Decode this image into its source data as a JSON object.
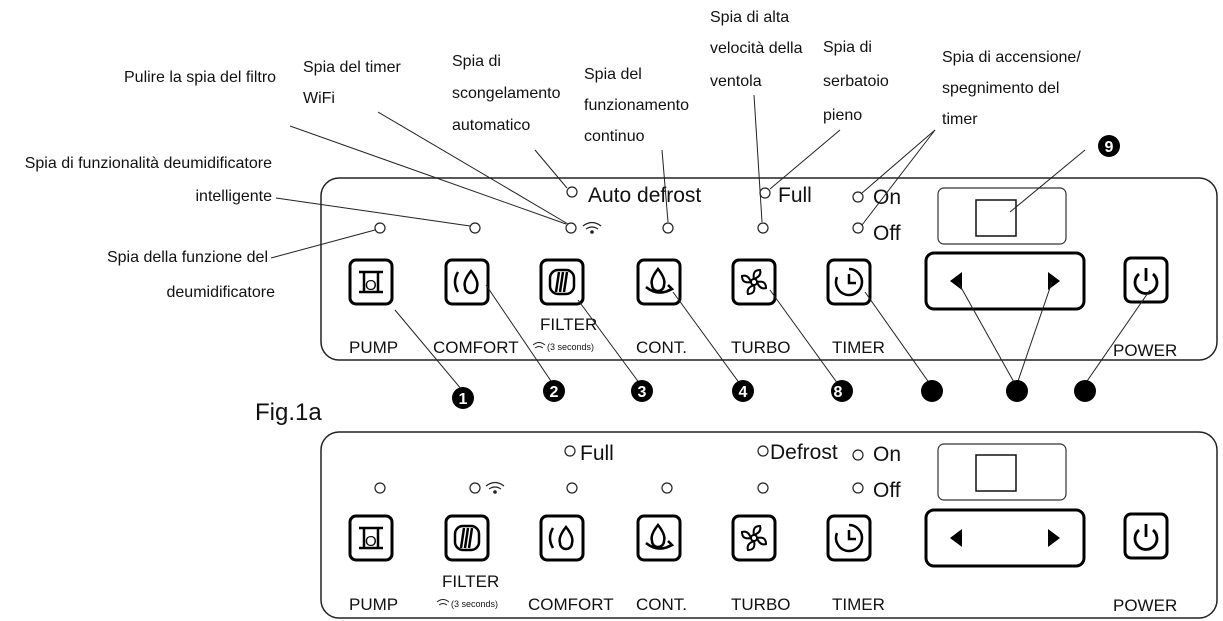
{
  "callouts": {
    "humidity_indicator": "Spia della funzione del",
    "humidity_indicator_2": "deumidificatore",
    "smart_dehumidifier": "Spia di funzionalità deumidificatore",
    "smart_dehumidifier_2": "intelligente",
    "clean_filter": "Pulire la spia del filtro",
    "wifi_timer": "Spia del timer",
    "wifi_timer_2": "WiFi",
    "auto_defrost": "Spia di",
    "auto_defrost_2": "scongelamento",
    "auto_defrost_3": "automatico",
    "continuous": "Spia del",
    "continuous_2": "funzionamento",
    "continuous_3": "continuo",
    "high_fan": "Spia di alta",
    "high_fan_2": "velocità della",
    "high_fan_3": "ventola",
    "tank_full": "Spia di",
    "tank_full_2": "serbatoio",
    "tank_full_3": "pieno",
    "timer_onoff": "Spia di accensione/",
    "timer_onoff_2": "spegnimento del",
    "timer_onoff_3": "timer"
  },
  "fig_label": "Fig.1a",
  "panel_a": {
    "auto_defrost": "Auto defrost",
    "full": "Full",
    "on": "On",
    "off": "Off",
    "buttons": [
      "PUMP",
      "COMFORT",
      "FILTER",
      "CONT.",
      "TURBO",
      "TIMER",
      "POWER"
    ],
    "filter_sub": "(3 seconds)"
  },
  "panel_b": {
    "full": "Full",
    "defrost": "Defrost",
    "on": "On",
    "off": "Off",
    "buttons": [
      "PUMP",
      "FILTER",
      "COMFORT",
      "CONT.",
      "TURBO",
      "TIMER",
      "POWER"
    ],
    "filter_sub": "(3 seconds)"
  },
  "badges": [
    "1",
    "2",
    "3",
    "4",
    "8",
    "",
    "",
    "",
    "9"
  ]
}
